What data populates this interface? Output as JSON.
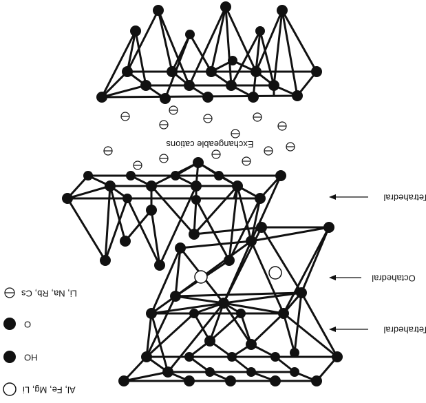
{
  "labels": {
    "exchangeable_cations": "Exchangeable cations",
    "tetrahedral_top": "Tetrahedral",
    "octahedral": "Octahedral",
    "tetrahedral_bottom": "Tetrahedral"
  },
  "legend": [
    {
      "symbol": "cation-plus-circle",
      "text": "Li, Na, Rb, Cs"
    },
    {
      "symbol": "filled-circle",
      "text": "O"
    },
    {
      "symbol": "filled-circle",
      "text": "OH"
    },
    {
      "symbol": "open-circle",
      "text": "Al, Fe, Mg, Li"
    }
  ],
  "colors": {
    "ink": "#111111",
    "background": "#ffffff"
  }
}
